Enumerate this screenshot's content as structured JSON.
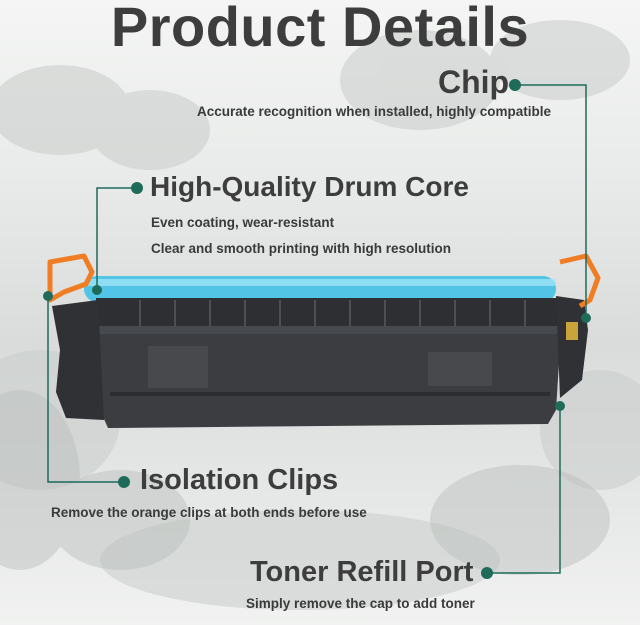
{
  "title": "Product Details",
  "colors": {
    "accent": "#1e6b5a",
    "drum": "#52c4e6",
    "clip": "#f07d24",
    "cartridge": "#3b3d40"
  },
  "callouts": {
    "chip": {
      "heading": "Chip",
      "lines": [
        "Accurate recognition when installed, highly compatible"
      ]
    },
    "drum": {
      "heading": "High-Quality Drum Core",
      "lines": [
        "Even coating, wear-resistant",
        "Clear and smooth printing with high resolution"
      ]
    },
    "clips": {
      "heading": "Isolation Clips",
      "lines": [
        "Remove the orange clips at both ends before use"
      ]
    },
    "refill": {
      "heading": "Toner Refill Port",
      "lines": [
        "Simply remove the cap to add toner"
      ]
    }
  }
}
